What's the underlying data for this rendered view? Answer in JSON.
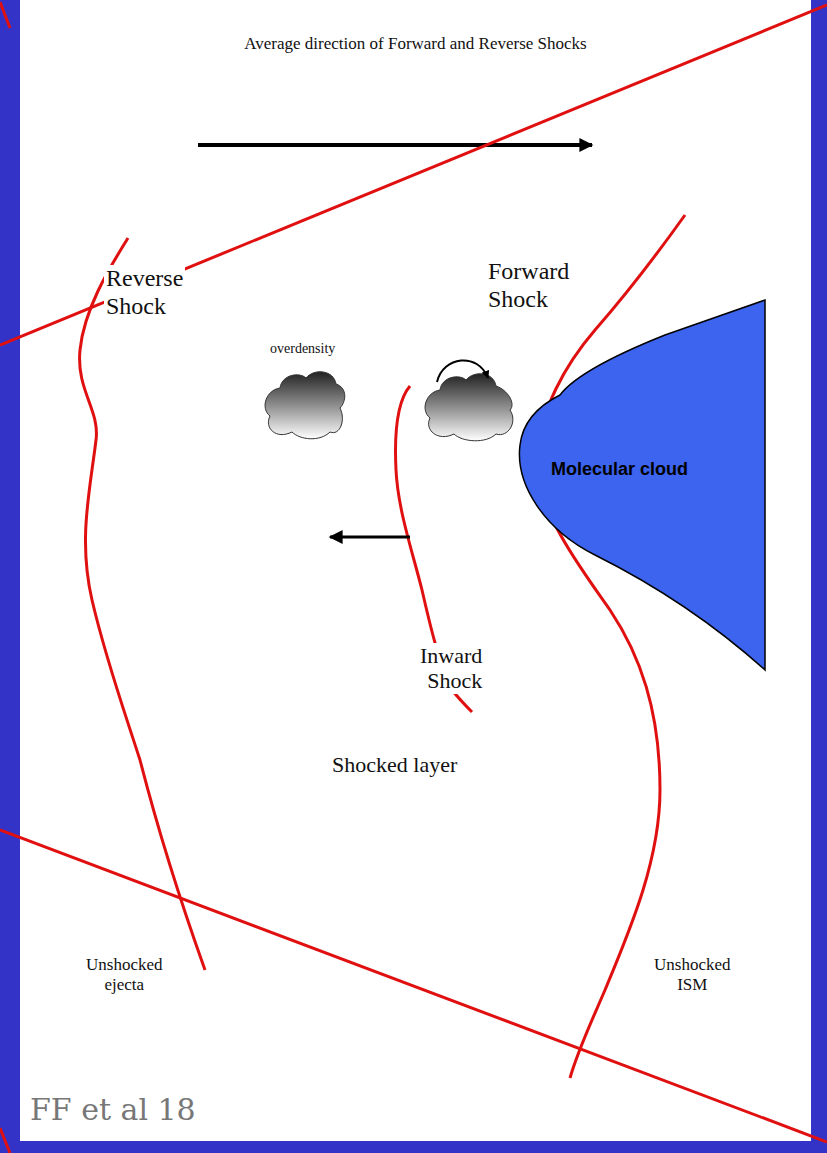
{
  "diagram": {
    "title": "Average direction of Forward and Reverse Shocks",
    "nodes": [
      {
        "text": [
          "Molecular cloud"
        ]
      }
    ],
    "labels": [
      "Reverse Shock",
      "Forward Shock",
      "overdensity",
      "Inward Shock",
      "Shocked layer",
      "Unshocked ejecta",
      "Unshocked ISM",
      "FF et al 18"
    ]
  }
}
